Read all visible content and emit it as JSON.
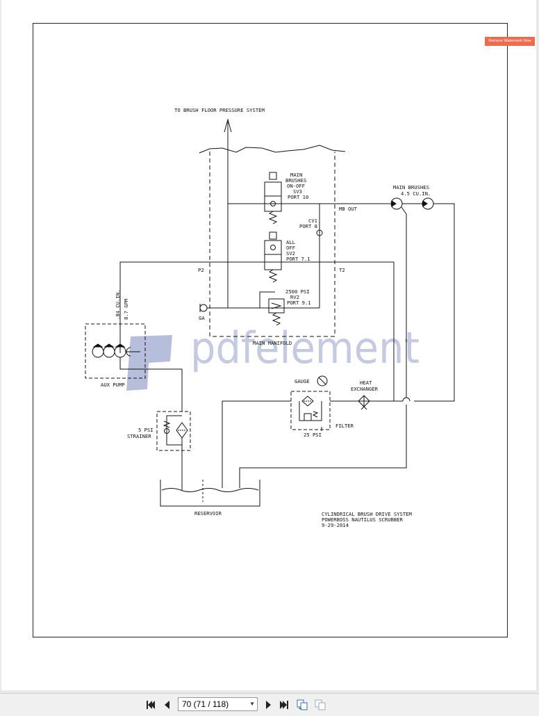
{
  "watermark_button": "Remove Watermark Now",
  "watermark_text": "pdfelement",
  "diagram": {
    "top_label": "TO BRUSH FLOOR PRESSURE SYSTEM",
    "sv3": [
      "MAIN",
      "BRUSHES",
      "ON-OFF",
      "SV3",
      "PORT 10"
    ],
    "sv2": [
      "ALL",
      "OFF",
      "SV2",
      "PORT 7.1"
    ],
    "rv2": [
      "2500 PSI",
      "RV2",
      "PORT 9.1"
    ],
    "cv1": [
      "CV1",
      "PORT 8"
    ],
    "mb_out": "MB OUT",
    "p2": "P2",
    "t2": "T2",
    "ga": "GA",
    "main_manifold": "MAIN MANIFOLD",
    "main_brushes": [
      "MAIN BRUSHES",
      "4.5 CU.IN."
    ],
    "pump_specs": [
      ".84 CU.IN.",
      "8.7 GPM"
    ],
    "aux_pump": "AUX PUMP",
    "strainer": [
      "5 PSI",
      "STRAINER"
    ],
    "gauge": "GAUGE",
    "heat_exchanger": [
      "HEAT",
      "EXCHANGER"
    ],
    "filter": "FILTER",
    "filter_psi": "25 PSI",
    "reservoir": "RESERVOIR",
    "title_block": [
      "CYLINDRICAL BRUSH DRIVE SYSTEM",
      "POWERBOSS NAUTILUS SCRUBBER",
      "9-29-2014"
    ]
  },
  "toolbar": {
    "page_selector_value": "70 (71 / 118)",
    "icons": [
      "first-page-icon",
      "prev-page-icon",
      "next-page-icon",
      "last-page-icon",
      "single-page-view-icon",
      "continuous-view-icon"
    ]
  }
}
